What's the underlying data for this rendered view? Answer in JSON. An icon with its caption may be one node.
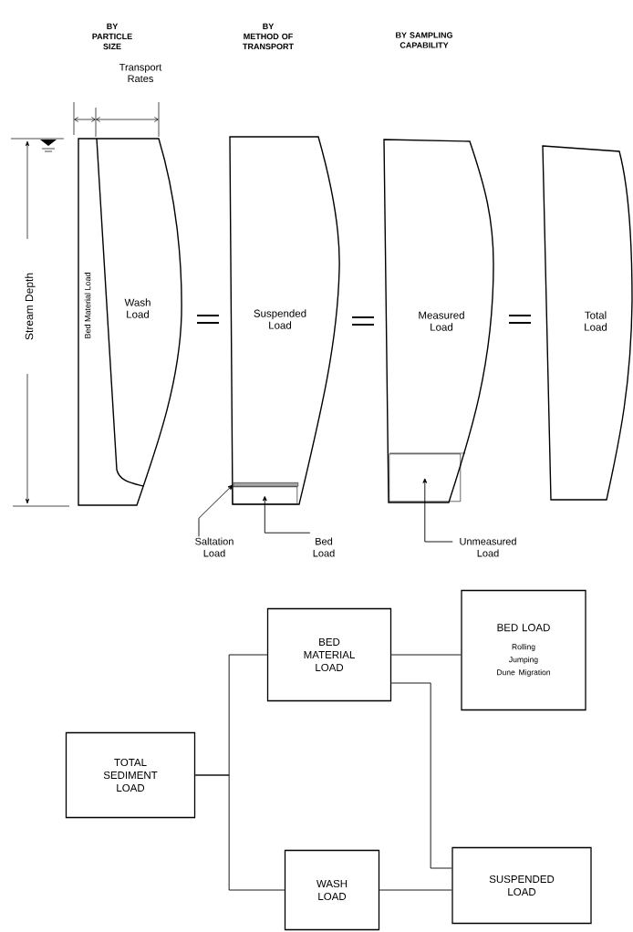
{
  "diagram": {
    "nodes": [
      {
        "text": [
          "Bed Material Load",
          "Wash Load"
        ]
      },
      {
        "text": [
          "Suspended Load"
        ]
      },
      {
        "text": [
          "Measured Load"
        ]
      },
      {
        "text": [
          "Total Load"
        ]
      },
      {
        "text": [],
        "shape": "bar",
        "in": 1
      },
      {
        "text": [],
        "shape": "box",
        "in": 1
      },
      {
        "text": [],
        "shape": "box",
        "in": 2
      },
      {
        "text": [
          "Saltation Load"
        ]
      },
      {
        "text": [
          "Bed Load"
        ]
      },
      {
        "text": [
          "Unmeasured Load"
        ]
      },
      {
        "text": [
          "BED MATERIAL LOAD"
        ]
      },
      {
        "text": [
          "BED LOAD",
          "Rolling",
          "Jumping",
          "Dune Migration"
        ]
      },
      {
        "text": [
          "TOTAL SEDIMENT LOAD"
        ]
      },
      {
        "text": [
          "WASH LOAD"
        ]
      },
      {
        "text": [
          "SUSPENDED LOAD"
        ]
      }
    ],
    "edges": [
      {
        "from": 7,
        "to": 4,
        "arrow": "to"
      },
      {
        "from": 8,
        "to": 5,
        "arrow": "to"
      },
      {
        "from": 9,
        "to": 6,
        "arrow": "to"
      },
      {
        "from": 12,
        "to": 10,
        "arrow": "none"
      },
      {
        "from": 12,
        "to": 13,
        "arrow": "none"
      },
      {
        "from": 10,
        "to": 11,
        "arrow": "none"
      },
      {
        "from": 10,
        "to": 14,
        "arrow": "none"
      },
      {
        "from": 13,
        "to": 14,
        "arrow": "none"
      }
    ],
    "labels": [
      "BY PARTICLE SIZE",
      "BY METHOD OF TRANSPORT",
      "BY SAMPLING CAPABILITY",
      "Transport Rates",
      "Stream Depth"
    ]
  }
}
